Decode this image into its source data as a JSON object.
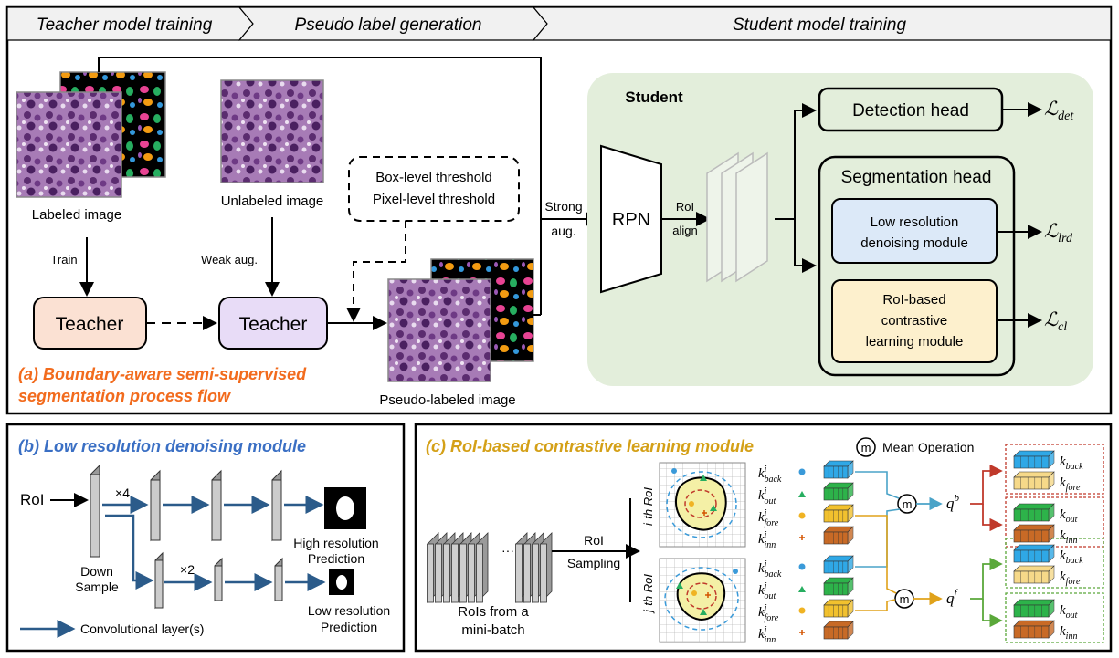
{
  "banner": {
    "stage1": "Teacher model training",
    "stage2": "Pseudo label generation",
    "stage3": "Student model training"
  },
  "panel_a": {
    "labeled_image": "Labeled image",
    "train": "Train",
    "teacher1": "Teacher",
    "unlabeled_image": "Unlabeled image",
    "weak_aug": "Weak aug.",
    "teacher2": "Teacher",
    "threshold_box": "Box-level threshold",
    "threshold_pixel": "Pixel-level threshold",
    "pseudo_labeled_image": "Pseudo-labeled image",
    "caption_line1": "(a) Boundary-aware semi-supervised",
    "caption_line2": "segmentation process flow",
    "strong": "Strong",
    "aug": "aug.",
    "rpn": "RPN",
    "roi": "RoI",
    "align": "align",
    "student": "Student",
    "detection_head": "Detection head",
    "segmentation_head": "Segmentation head",
    "lrd_line1": "Low resolution",
    "lrd_line2": "denoising module",
    "cl_line1": "RoI-based",
    "cl_line2": "contrastive",
    "cl_line3": "learning module",
    "loss_det": "ℒ",
    "loss_det_sub": "det",
    "loss_lrd_sub": "lrd",
    "loss_cl_sub": "cl"
  },
  "panel_b": {
    "title": "(b) Low resolution denoising module",
    "roi": "RoI",
    "x4": "×4",
    "x2": "×2",
    "down_line1": "Down",
    "down_line2": "Sample",
    "high_line1": "High resolution",
    "high_line2": "Prediction",
    "low_line1": "Low resolution",
    "low_line2": "Prediction",
    "legend": "Convolutional layer(s)"
  },
  "panel_c": {
    "title": "(c) RoI-based contrastive learning module",
    "mean_symbol": "m",
    "mean_label": "Mean Operation",
    "rois_line1": "RoIs from a",
    "rois_line2": "mini-batch",
    "ellipsis": "···",
    "roi": "RoI",
    "sampling": "Sampling",
    "i_roi": "i-th RoI",
    "j_roi": "j-th RoI",
    "k": "k",
    "back": "back",
    "out": "out",
    "fore": "fore",
    "inn": "inn",
    "sup_i": "i",
    "sup_j": "j",
    "q": "q",
    "qb_sup": "b",
    "qf_sup": "f"
  },
  "colors": {
    "orange_caption": "#f26b1d",
    "blue_caption": "#3a6fc4",
    "gold_caption": "#d4a017",
    "teacher1_fill": "#fbe1d3",
    "teacher2_fill": "#e8dcf7",
    "student_bg": "#e3eedb",
    "lrd_fill": "#dce9f8",
    "cl_fill": "#fdf0cd",
    "arrow_blue": "#2b5b8a"
  }
}
